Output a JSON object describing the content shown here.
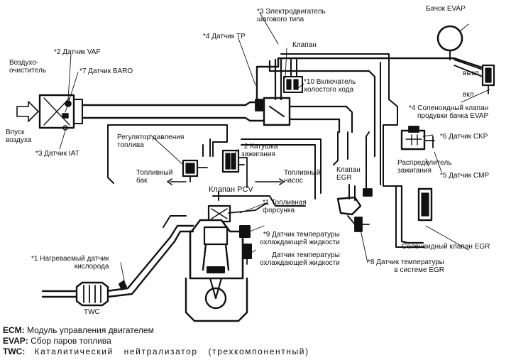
{
  "labels": {
    "step_motor": "*3 Электродвигатель\nшагового типа",
    "evap_canister": "Бачок EVAP",
    "tp_sensor": "*4 Датчик TP",
    "valve": "Клапан",
    "vaf_sensor": "*2 Датчик VAF",
    "air_cleaner": "Воздухо-\nочиститель",
    "baro_sensor": "*7 Датчик BARO",
    "idle_switch": "*10 Включатель\nхолостого хода",
    "switch_off": "выкл.",
    "switch_on": "вкл.",
    "evap_purge_solenoid": "*4 Соленоидный клапан\nпродувки бачка EVAP",
    "air_intake": "Впуск\nвоздуха",
    "fuel_pressure_regulator": "Регулятор давления\nтоплива",
    "ckp_sensor": "*6 Датчик CKP",
    "iat_sensor": "*3 Датчик IAT",
    "ignition_coil": "*2 Катушка\nзажигания",
    "distributor": "Распределитель\nзажигания",
    "fuel_tank": "Топливный\nбак",
    "fuel_pump": "Топливный\nнасос",
    "egr_valve": "Клапан\nEGR",
    "cmp_sensor": "*5 Датчик CMP",
    "pcv_valve": "Клапан PCV",
    "fuel_injector": "*1 Топливная\nфорсунка",
    "coolant_temp_sensor_1": "*9 Датчик температуры\nохлаждающей жидкости",
    "egr_solenoid": "Соленоидный клапан EGR",
    "coolant_temp_sensor_2": "Датчик температуры\nохлаждающей жидкости",
    "heated_o2_sensor": "*1 Нагреваемый датчик\nкислорода",
    "egr_temp_sensor": "*8 Датчик температуры\nв системе EGR",
    "twc": "TWC"
  },
  "legend": [
    {
      "key": "ECM:",
      "value": "Модуль управления двигателем"
    },
    {
      "key": "EVAP:",
      "value": "Сбор паров топлива"
    },
    {
      "key": "TWC:",
      "value": "  Каталитический   нейтрализатор   (трехкомпонентный)"
    }
  ]
}
